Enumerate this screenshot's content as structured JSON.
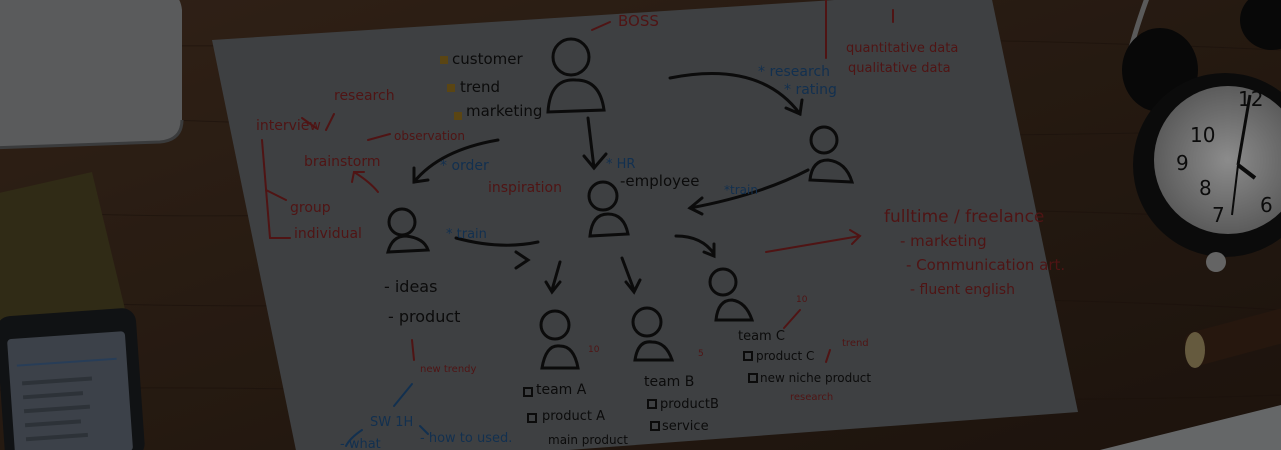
{
  "photo": {
    "colors": {
      "desk": "#3b2a1e",
      "paper": "#5f6266",
      "ink_black": "#111111",
      "ink_red": "#7a1f1f",
      "ink_blue": "#1d4a7a",
      "overlay": "rgba(0,0,0,0.35)"
    },
    "labels": {
      "boss": "BOSS",
      "customer": "customer",
      "trend": "trend",
      "marketing": "marketing",
      "research_top": "research",
      "interview": "interview",
      "brainstorm": "brainstorm",
      "observation": "observation",
      "group": "group",
      "individual": "individual",
      "order": "* order",
      "inspiration": "inspiration",
      "hr": "* HR",
      "employee": "-employee",
      "research_right": "* research",
      "rating": "* rating",
      "train_right": "*train",
      "train_left": "* train",
      "quantitative": "quantitative data",
      "qualitative": "qualitative data",
      "ideas": "- ideas",
      "product": "- product",
      "new_trendy": "new trendy",
      "sw1h": "SW 1H",
      "what": "- what",
      "how_to_used": "- how to used.",
      "team_a": "team A",
      "product_a": "product A",
      "main_product": "main product",
      "team_b": "team B",
      "product_b": "productB",
      "service": "service",
      "team_c": "team C",
      "product_c": "product C",
      "new_niche": "new niche product",
      "trend_small": "trend",
      "research_small": "research",
      "fulltime": "fulltime / freelance",
      "mk": "- marketing",
      "comm": "- Communication art.",
      "fluent": "- fluent english",
      "n10a": "10",
      "n5": "5",
      "n10c": "10"
    },
    "objects": {
      "clock": "alarm-clock",
      "laptop": "laptop",
      "phone": "smartphone",
      "notebook": "notebook"
    }
  }
}
